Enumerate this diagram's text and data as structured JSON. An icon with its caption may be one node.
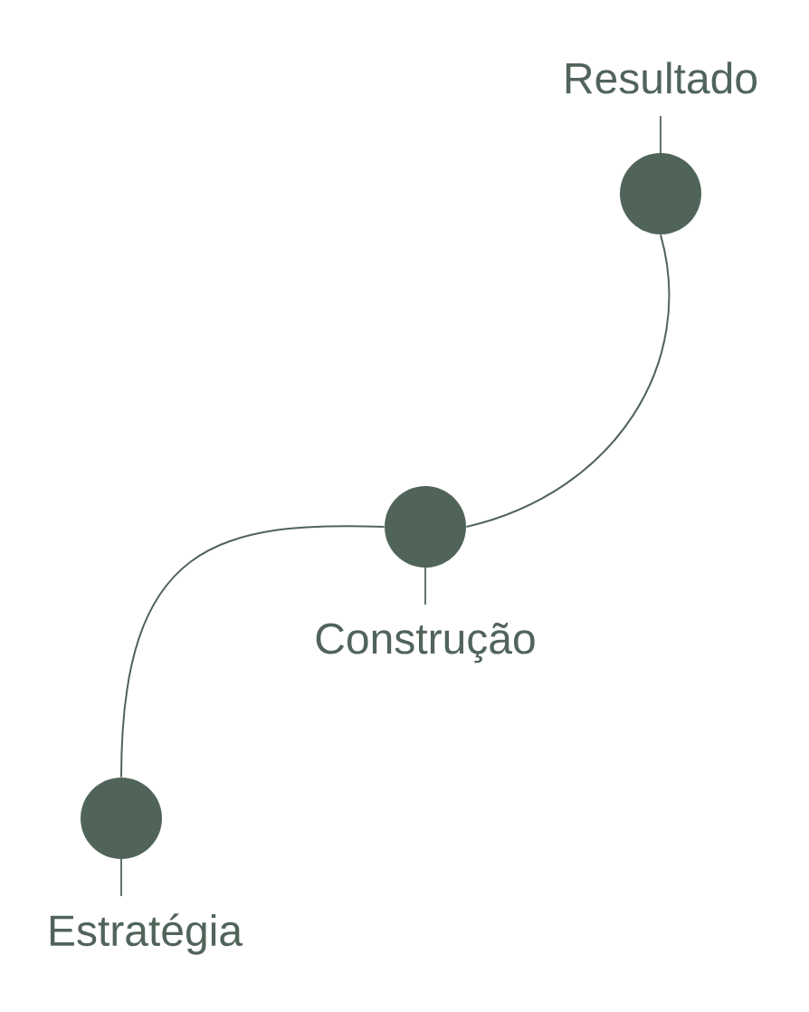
{
  "diagram": {
    "nodes": [
      {
        "text": [
          "Estratégia"
        ]
      },
      {
        "text": [
          "Construção"
        ]
      },
      {
        "text": [
          "Resultado"
        ]
      }
    ],
    "edges": [
      {
        "from": 0,
        "to": 1,
        "arrow": "none"
      },
      {
        "from": 1,
        "to": 2,
        "arrow": "none"
      }
    ]
  }
}
